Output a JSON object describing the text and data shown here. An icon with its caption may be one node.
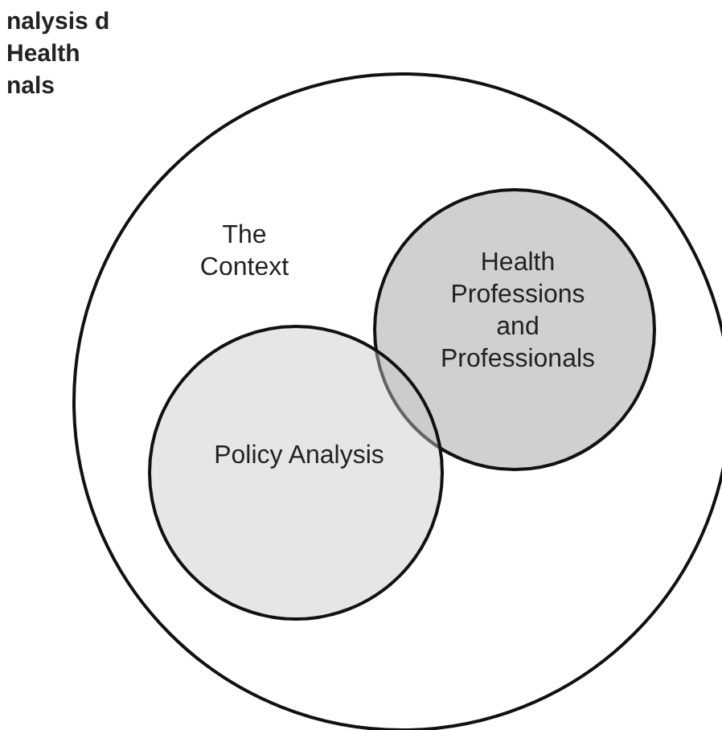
{
  "diagram": {
    "title": "nalysis d Health nals",
    "nodes": [
      {
        "text": [
          "The Context"
        ]
      },
      {
        "text": [
          "Health Professions and Professionals"
        ],
        "in": 0
      },
      {
        "text": [
          "Policy Analysis"
        ],
        "in": 0
      }
    ],
    "edges": []
  }
}
